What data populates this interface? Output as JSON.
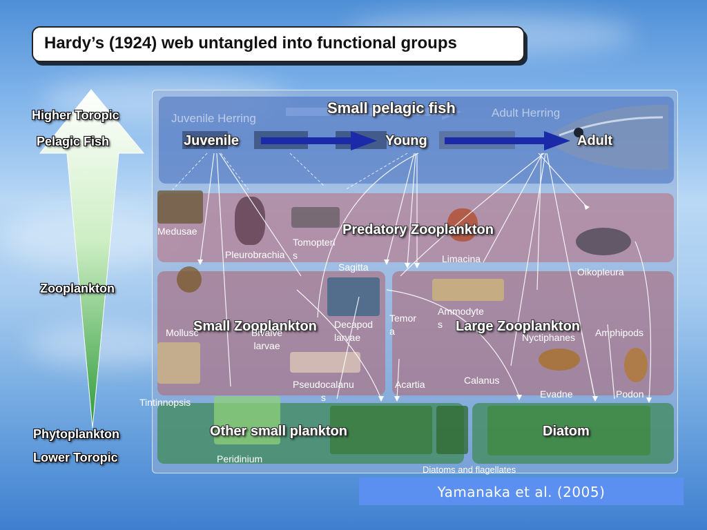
{
  "title": "Hardy’s (1924) web untangled into functional groups",
  "side_labels": {
    "higher": "Higher Toropic",
    "pelagic_fish": "Pelagic Fish",
    "zooplankton": "Zooplankton",
    "phytoplankton": "Phytoplankton",
    "lower": "Lower Toropic"
  },
  "fish": {
    "heading": "Small pelagic fish",
    "faint_left": "Juvenile Herring",
    "faint_right": "Adult Herring",
    "stages": [
      "Juvenile",
      "Young",
      "Adult"
    ]
  },
  "groups": {
    "predatory": "Predatory Zooplankton",
    "small": "Small Zooplankton",
    "large": "Large Zooplankton",
    "other": "Other small plankton",
    "diatom": "Diatom"
  },
  "organisms": {
    "medusae": "Medusae",
    "pleurobrachia": "Pleurobrachia",
    "tomopteris": "Tomopteri\ns",
    "sagitta": "Sagitta",
    "limacina": "Limacina",
    "oikopleura": "Oikopleura",
    "mollusc": "Mollusc",
    "bivalve": "Bivalve\nlarvae",
    "decapod": "Decapod\nlarvae",
    "pseudocalanus": "Pseudocalanu\ns",
    "temora": "Temor\na",
    "ammodytes": "Ammodyte\ns",
    "nyctiphanes": "Nyctiphanes",
    "amphipods": "Amphipods",
    "acartia": "Acartia",
    "calanus": "Calanus",
    "evadne": "Evadne",
    "podon": "Podon",
    "tintinnopsis": "Tintinnopsis",
    "peridinium": "Peridinium",
    "diatoms_flagellates": "Diatoms and flagellates"
  },
  "citation": "Yamanaka et al. (2005)",
  "colors": {
    "stage_arrow": "#1a2aa8",
    "pyramid_top": "#ffffff",
    "pyramid_bottom": "#2e9a3a",
    "citation_bg": "#5b8ff0"
  }
}
